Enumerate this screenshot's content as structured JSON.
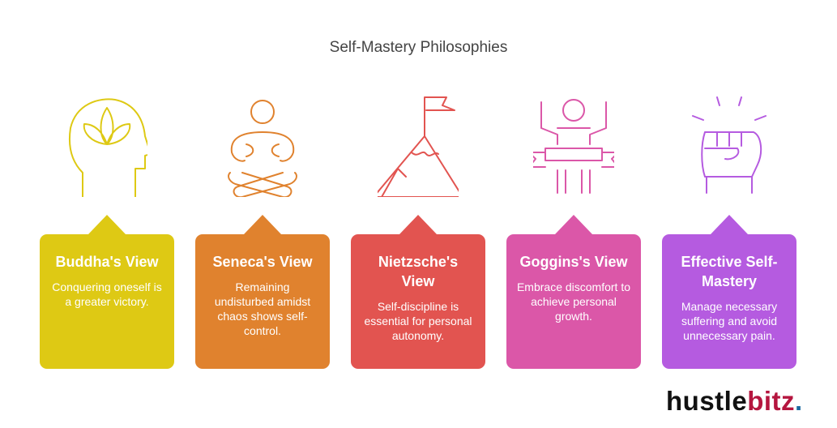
{
  "title": "Self-Mastery Philosophies",
  "items": [
    {
      "heading": "Buddha's View",
      "text": "Conquering oneself is a greater victory.",
      "color": "#DEC914",
      "icon": "head-lotus-icon"
    },
    {
      "heading": "Seneca's View",
      "text": "Remaining undisturbed amidst chaos shows self-control.",
      "color": "#E0822E",
      "icon": "meditation-icon"
    },
    {
      "heading": "Nietzsche's View",
      "text": "Self-discipline is essential for personal autonomy.",
      "color": "#E25450",
      "icon": "mountain-flag-icon"
    },
    {
      "heading": "Goggins's View",
      "text": "Embrace discomfort to achieve personal growth.",
      "color": "#DB57A8",
      "icon": "finish-line-icon"
    },
    {
      "heading": "Effective Self-Mastery",
      "text": "Manage necessary suffering and avoid unnecessary pain.",
      "color": "#B55BE0",
      "icon": "raised-fist-icon"
    }
  ],
  "logo": {
    "part1": "hustle",
    "part2": "bitz",
    "part3": "."
  }
}
